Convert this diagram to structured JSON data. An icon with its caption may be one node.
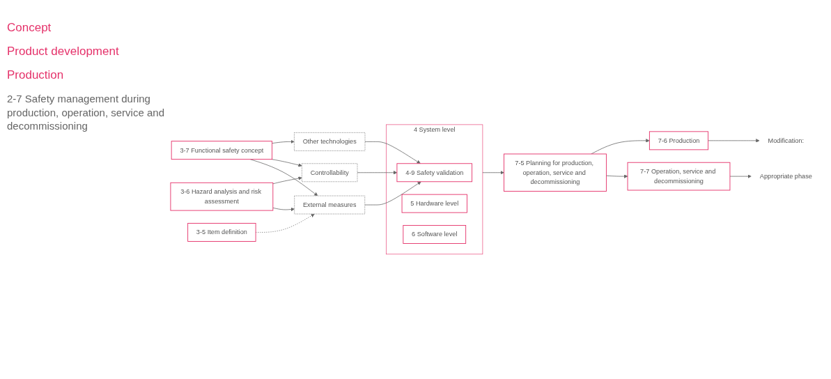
{
  "diagram": {
    "nodes": [
      {
        "text": [
          "3-5 Item definition"
        ]
      },
      {
        "text": [
          "3-6 Hazard analysis and risk assessment"
        ]
      },
      {
        "text": [
          "3-7 Functional safety concept"
        ]
      },
      {
        "text": [
          "4 System level"
        ]
      },
      {
        "text": [
          "5 Hardware level"
        ],
        "in": 3
      },
      {
        "text": [
          "6 Software level"
        ],
        "in": 3
      },
      {
        "text": [
          "4-9 Safety validation"
        ],
        "in": 3
      },
      {
        "text": [
          "Other technologies"
        ]
      },
      {
        "text": [
          "Controllability"
        ]
      },
      {
        "text": [
          "External measures"
        ]
      },
      {
        "text": [
          "7-5 Planning for production, operation, service and decommissioning"
        ]
      },
      {
        "text": [
          "7-6 Production"
        ]
      },
      {
        "text": [
          "7-7 Operation, service and decommissioning"
        ]
      },
      {
        "text": [
          "Modification:"
        ]
      },
      {
        "text": [
          "Appropriate phase"
        ]
      }
    ],
    "edges": [
      {
        "from": 0,
        "to": 9,
        "arrow": "to",
        "style": "dashed"
      },
      {
        "from": 1,
        "to": 8,
        "arrow": "to"
      },
      {
        "from": 1,
        "to": 9,
        "arrow": "to"
      },
      {
        "from": 2,
        "to": 7,
        "arrow": "to"
      },
      {
        "from": 2,
        "to": 8,
        "arrow": "to"
      },
      {
        "from": 2,
        "to": 9,
        "arrow": "to"
      },
      {
        "from": 7,
        "to": 6,
        "arrow": "to"
      },
      {
        "from": 8,
        "to": 6,
        "arrow": "to"
      },
      {
        "from": 9,
        "to": 6,
        "arrow": "to"
      },
      {
        "from": 3,
        "to": 10,
        "arrow": "to"
      },
      {
        "from": 10,
        "to": 11,
        "arrow": "to"
      },
      {
        "from": 10,
        "to": 12,
        "arrow": "to"
      },
      {
        "from": 11,
        "to": 13,
        "arrow": "to"
      },
      {
        "from": 12,
        "to": 14,
        "arrow": "to"
      }
    ],
    "labels": [
      "Concept",
      "Product development",
      "Production",
      "2-7 Safety management during production, operation, service and decommissioning"
    ]
  }
}
